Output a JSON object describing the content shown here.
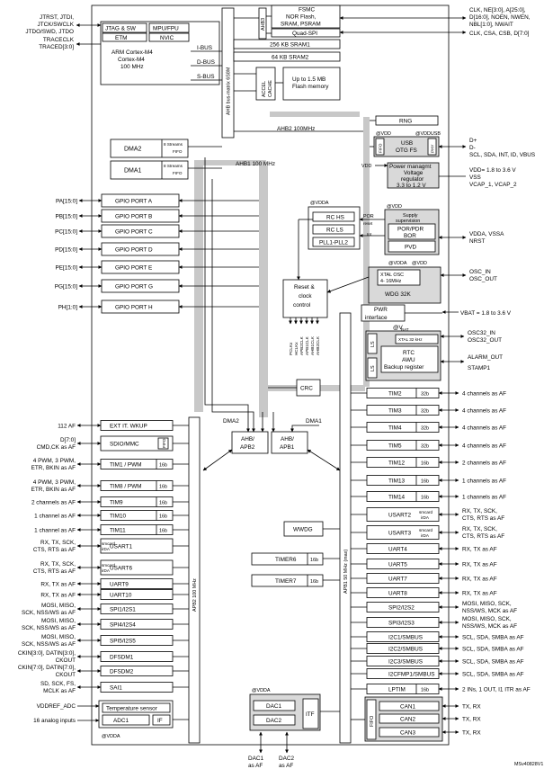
{
  "left_signals": {
    "jtag": [
      "JTRST, JTDI,",
      "JTCK/SWCLK",
      "JTDO/SWD, JTDO"
    ],
    "trace": [
      "TRACECLK",
      "TRACED[3:0]"
    ],
    "gpio_ports": [
      "PA[15:0]",
      "PB[15:0]",
      "PC[15:0]",
      "PD[15:0]",
      "PE[15:0]",
      "PG[15:0]",
      "PH[1:0]"
    ],
    "af": [
      [
        "112 AF"
      ],
      [
        "D[7:0]",
        "CMD,CK as AF"
      ],
      [
        "4 PWM, 3 PWM,",
        "ETR, BKIN as AF"
      ],
      [
        "4 PWM, 3 PWM,",
        "ETR, BKIN as AF"
      ],
      [
        "2 channels as AF"
      ],
      [
        "1 channel as AF"
      ],
      [
        "1 channel as AF"
      ],
      [
        "RX, TX, SCK,",
        "CTS, RTS as AF"
      ],
      [
        "RX, TX, SCK,",
        "CTS, RTS as AF"
      ],
      [
        "RX, TX as AF"
      ],
      [
        "RX, TX as AF"
      ],
      [
        "MOSI, MISO,",
        "SCK, NSS/WS as AF"
      ],
      [
        "MOSI, MISO,",
        "SCK, NSS/WS as AF"
      ],
      [
        "MOSI, MISO,",
        "SCK, NSS/WS as AF"
      ],
      [
        "CKIN[3:0], DATIN[3:0],",
        "CKOUT"
      ],
      [
        "CKIN[7:0], DATIN[7:0],",
        "CKOUT"
      ],
      [
        "SD, SCK, FS,",
        "MCLK as AF"
      ],
      [
        "VDDREF_ADC"
      ],
      [
        "16 analog inputs"
      ]
    ]
  },
  "core": {
    "jtag_sw": "JTAG & SW",
    "mpu_fpu": "MPU/FPU",
    "etm": "ETM",
    "nvic": "NVIC",
    "cpu": [
      "ARM Cortex-M4",
      "Cortex-M4",
      "100 MHz"
    ],
    "ibus": "I-BUS",
    "dbus": "D-BUS",
    "sbus": "S-BUS"
  },
  "bus_matrix": "AHB bus-matrix 6S8M",
  "ahb3": "AHB3",
  "fsmc": [
    "FSMC",
    "NOR Flash,",
    "SRAM, PSRAM"
  ],
  "quadspi": "Quad-SPI",
  "sram1": "256 KB SRAM1",
  "sram2": "64 KB SRAM2",
  "accel": [
    "ACCEL",
    "CACHE"
  ],
  "flash": [
    "Up to 1.5 MB",
    "Flash memory"
  ],
  "ahb2_label": "AHB2 100MHz",
  "ahb1_label": "AHB1 100 MHz",
  "rng": "RNG",
  "usb": {
    "vdd_label": "@VDD",
    "vddusb_label": "@VDDUSB",
    "fifo": "FIFO",
    "name": [
      "USB",
      "OTG FS"
    ],
    "phy": "PHY"
  },
  "dma": {
    "dma2": "DMA2",
    "dma1": "DMA1",
    "streams": "8 Streams",
    "fifo": "FIFO"
  },
  "gpio": [
    "GPIO PORT A",
    "GPIO PORT B",
    "GPIO PORT C",
    "GPIO PORT D",
    "GPIO PORT E",
    "GPIO PORT G",
    "GPIO PORT H"
  ],
  "power": {
    "vdd": "VDD",
    "title": "Power managmt",
    "reg": [
      "Voltage",
      "regulator",
      "3.3 to 1.2 V"
    ]
  },
  "clock": {
    "vdda": "@VDDA",
    "vdd": "@VDD",
    "rc_hs": "RC HS",
    "rc_ls": "RC LS",
    "pll": "PLL1-PLL2",
    "por": "POR",
    "reset": "reset",
    "int": "Int",
    "supply": [
      "Supply",
      "supervision"
    ],
    "porpdr": "POR/PDR",
    "bor": "BOR",
    "pvd": "PVD",
    "reset_ctrl": [
      "Reset &",
      "clock",
      "control"
    ],
    "clk_outputs": [
      "PCLKx",
      "HCLKx",
      "APB2CLK",
      "APB1CLK",
      "AHB1CLK",
      "AHB2CLK"
    ],
    "vdda2": "@VDDA",
    "vdd2": "@VDD",
    "xtal": [
      "XTAL OSC",
      "4- 16MHz"
    ],
    "wdg": "WDG 32K",
    "pwr": [
      "PWR",
      "interface"
    ],
    "vbat": "@V",
    "vbat_sub": "BAT",
    "xtal32": "XTAL 32 kHz",
    "rtc": [
      "RTC",
      "AWU",
      "Backup register"
    ],
    "ls": "LS"
  },
  "crc": "CRC",
  "apb_bridges": [
    "AHB/",
    "APB2",
    "AHB/",
    "APB1"
  ],
  "dma_labels": [
    "DMA2",
    "DMA1"
  ],
  "apb2_label": "APB2 100 MHz",
  "apb1_label": "APB1 50 MHz (max)",
  "apb2_periph": [
    {
      "name": "EXT IT. WKUP"
    },
    {
      "name": "SDIO/MMC",
      "tag": "FIFO"
    },
    {
      "name": "TIM1 / PWM",
      "tag": "16b"
    },
    {
      "name": "TIM8 / PWM",
      "tag": "16b"
    },
    {
      "name": "TIM9",
      "tag": "16b"
    },
    {
      "name": "TIM10",
      "tag": "16b"
    },
    {
      "name": "TIM11",
      "tag": "16b"
    },
    {
      "name": "USART1",
      "tag": [
        "smcard",
        "irDA"
      ]
    },
    {
      "name": "USART6",
      "tag": [
        "smcard",
        "irDA"
      ]
    },
    {
      "name": "UART9"
    },
    {
      "name": "UART10"
    },
    {
      "name": "SPI1/I2S1"
    },
    {
      "name": "SPI4/I2S4"
    },
    {
      "name": "SPI5/I2S5"
    },
    {
      "name": "DFSDM1"
    },
    {
      "name": "DFSDM2"
    },
    {
      "name": "SAI1"
    }
  ],
  "adc": {
    "temp": "Temperature sensor",
    "adc": "ADC1",
    "if": "IF",
    "vdda": "@VDDA"
  },
  "wwdg": "WWDG",
  "timer6": {
    "name": "TIMER6",
    "tag": "16b"
  },
  "timer7": {
    "name": "TIMER7",
    "tag": "16b"
  },
  "dac": {
    "vdda": "@VDDA",
    "dac1": "DAC1",
    "dac2": "DAC2",
    "itf": "ITF",
    "out1": [
      "DAC1",
      "as AF"
    ],
    "out2": [
      "DAC2",
      "as AF"
    ]
  },
  "apb1_periph": [
    {
      "name": "TIM2",
      "tag": "32b",
      "sig": [
        "4 channels as AF"
      ]
    },
    {
      "name": "TIM3",
      "tag": "32b",
      "sig": [
        "4 channels as AF"
      ]
    },
    {
      "name": "TIM4",
      "tag": "32b",
      "sig": [
        "4 channels as AF"
      ]
    },
    {
      "name": "TIM5",
      "tag": "32b",
      "sig": [
        "4 channels as AF"
      ]
    },
    {
      "name": "TIM12",
      "tag": "16b",
      "sig": [
        "2 channels as AF"
      ]
    },
    {
      "name": "TIM13",
      "tag": "16b",
      "sig": [
        "1 channels as AF"
      ]
    },
    {
      "name": "TIM14",
      "tag": "16b",
      "sig": [
        "1 channels as AF"
      ]
    },
    {
      "name": "USART2",
      "tag": [
        "smcard",
        "irDA"
      ],
      "sig": [
        "RX, TX, SCK,",
        "CTS, RTS as AF"
      ]
    },
    {
      "name": "USART3",
      "tag": [
        "smcard",
        "irDA"
      ],
      "sig": [
        "RX, TX, SCK,",
        "CTS, RTS as AF"
      ]
    },
    {
      "name": "UART4",
      "sig": [
        "RX, TX as AF"
      ]
    },
    {
      "name": "UART5",
      "sig": [
        "RX, TX as AF"
      ]
    },
    {
      "name": "UART7",
      "sig": [
        "RX, TX as AF"
      ]
    },
    {
      "name": "UART8",
      "sig": [
        "RX, TX as AF"
      ]
    },
    {
      "name": "SPI2/I2S2",
      "sig": [
        "MOSI, MISO, SCK,",
        "NSS/WS, MCK as AF"
      ]
    },
    {
      "name": "SPI3/I2S3",
      "sig": [
        "MOSI, MISO, SCK,",
        "NSS/WS, MCK as AF"
      ]
    },
    {
      "name": "I2C1/SMBUS",
      "sig": [
        "SCL, SDA, SMBA as AF"
      ]
    },
    {
      "name": "I2C2/SMBUS",
      "sig": [
        "SCL, SDA, SMBA as AF"
      ]
    },
    {
      "name": "I2C3/SMBUS",
      "sig": [
        "SCL, SDA, SMBA as AF"
      ]
    },
    {
      "name": "I2CFMP1/SMBUS",
      "sig": [
        "SCL, SDA, SMBA as AF"
      ]
    },
    {
      "name": "LPTIM",
      "tag": "16b",
      "sig": [
        "2 INs, 1 OUT, I1 ITR as AF"
      ]
    }
  ],
  "can": {
    "fifo": "FIFO",
    "items": [
      "CAN1",
      "CAN2",
      "CAN3"
    ],
    "sig": [
      "TX, RX",
      "TX, RX",
      "TX, RX"
    ]
  },
  "right_signals": {
    "fsmc": [
      "CLK, NE[3:0], A[25:0],",
      "D[16:0], NOEN, NWEN,",
      "NBL[1:0], NWAIT"
    ],
    "qspi": "CLK, CSA, CSB, D[7:0]",
    "usb": [
      "D+",
      "D-",
      "SCL, SDA, INT, ID, VBUS"
    ],
    "power": [
      "VDD= 1.8 to 3.6 V",
      "VSS",
      "VCAP_1, VCAP_2"
    ],
    "supply": [
      "VDDA, VSSA",
      "NRST"
    ],
    "osc": [
      "OSC_IN",
      "OSC_OUT"
    ],
    "vbat": "VBAT = 1.8 to 3.6 V",
    "osc32": [
      "OSC32_IN",
      "OSC32_OUT"
    ],
    "alarm": [
      "ALARM_OUT",
      "STAMP1"
    ]
  },
  "footnote": "MSv40828V1"
}
